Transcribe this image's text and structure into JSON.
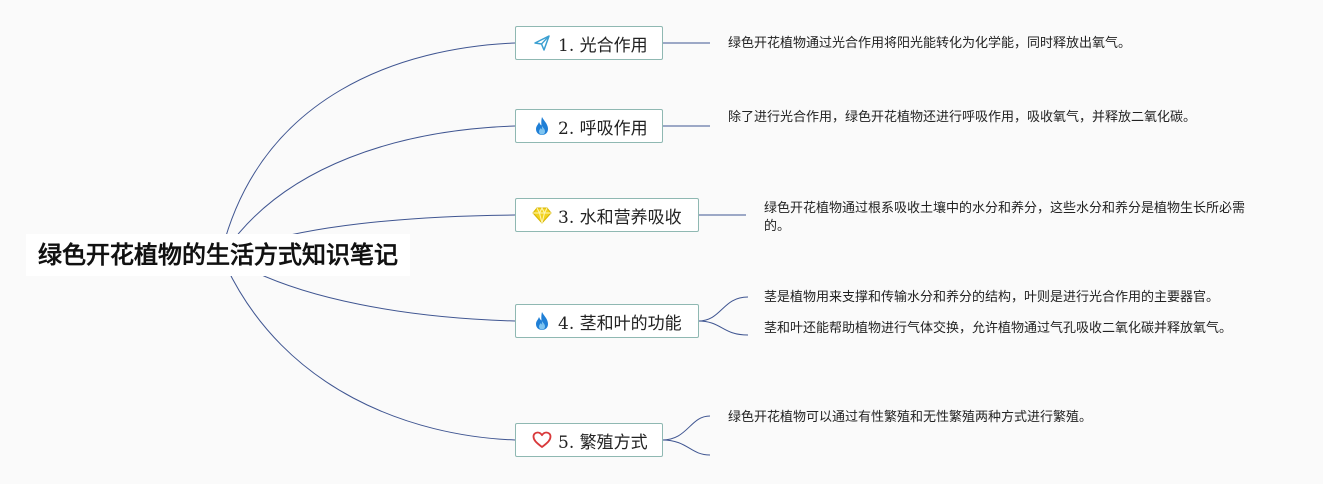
{
  "title": "绿色开花植物的生活方式知识笔记",
  "branches": [
    {
      "label": "1. 光合作用",
      "icon": "paper-plane-icon",
      "notes": [
        "绿色开花植物通过光合作用将阳光能转化为化学能，同时释放出氧气。"
      ]
    },
    {
      "label": "2. 呼吸作用",
      "icon": "fire-icon",
      "notes": [
        "除了进行光合作用，绿色开花植物还进行呼吸作用，吸收氧气，并释放二氧化碳。"
      ]
    },
    {
      "label": "3. 水和营养吸收",
      "icon": "diamond-icon",
      "notes": [
        "绿色开花植物通过根系吸收土壤中的水分和养分，这些水分和养分是植物生长所必需的。"
      ]
    },
    {
      "label": "4. 茎和叶的功能",
      "icon": "fire-icon",
      "notes": [
        "茎是植物用来支撑和传输水分和养分的结构，叶则是进行光合作用的主要器官。",
        "茎和叶还能帮助植物进行气体交换，允许植物通过气孔吸收二氧化碳并释放氧气。"
      ]
    },
    {
      "label": "5. 繁殖方式",
      "icon": "heart-icon",
      "notes": [
        "绿色开花植物可以通过有性繁殖和无性繁殖两种方式进行繁殖。"
      ]
    }
  ]
}
